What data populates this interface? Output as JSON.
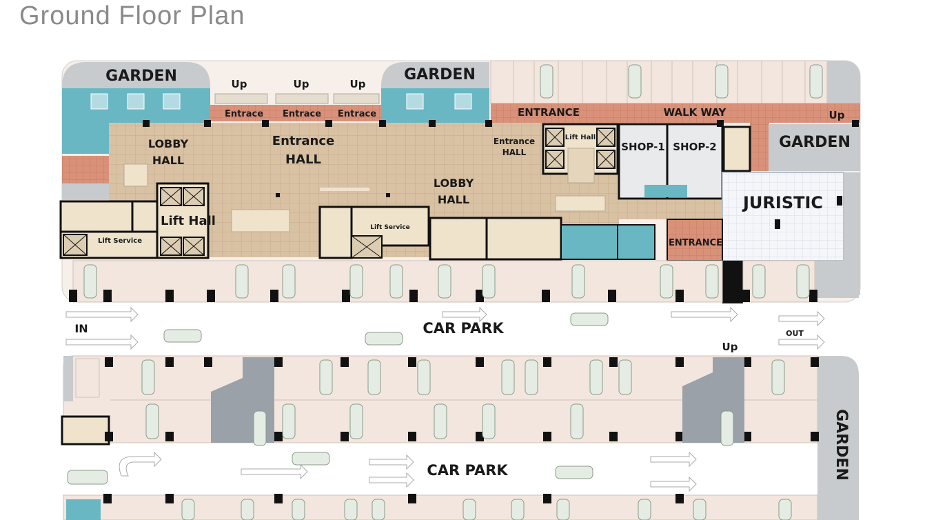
{
  "title": "Ground Floor Plan",
  "colors": {
    "garden_grey": "#c8cbcd",
    "pool_blue": "#6ab7c4",
    "brick": "#d9917a",
    "floor_tan": "#d9c1a3",
    "room_cream": "#efe3cc",
    "parking_bay": "#f3e6de",
    "ramp_grey": "#9aa1a8",
    "wall": "#111111"
  },
  "labels": {
    "garden_1": "GARDEN",
    "garden_2": "GARDEN",
    "garden_3": "GARDEN",
    "garden_4": "GARDEN",
    "up_1": "Up",
    "up_2": "Up",
    "up_3": "Up",
    "up_4": "Up",
    "up_5": "Up",
    "entrace_1": "Entrace",
    "entrace_2": "Entrace",
    "entrace_3": "Entrace",
    "entrance_top": "ENTRANCE",
    "walk_way": "WALK WAY",
    "lobby_hall_1": "LOBBY HALL",
    "lobby_hall_2": "LOBBY HALL",
    "entrance_hall_1": "Entrance HALL",
    "entrance_hall_2": "Entrance HALL",
    "lift_hall_1": "Lift Hall",
    "lift_hall_2": "Lift Hall",
    "lift_service_1": "Lift Service",
    "lift_service_2": "Lift Service",
    "shop_1": "SHOP-1",
    "shop_2": "SHOP-2",
    "juristic": "JURISTIC",
    "entrance_bottom": "ENTRANCE",
    "car_park_1": "CAR PARK",
    "car_park_2": "CAR PARK",
    "in": "IN",
    "out": "OUT"
  }
}
